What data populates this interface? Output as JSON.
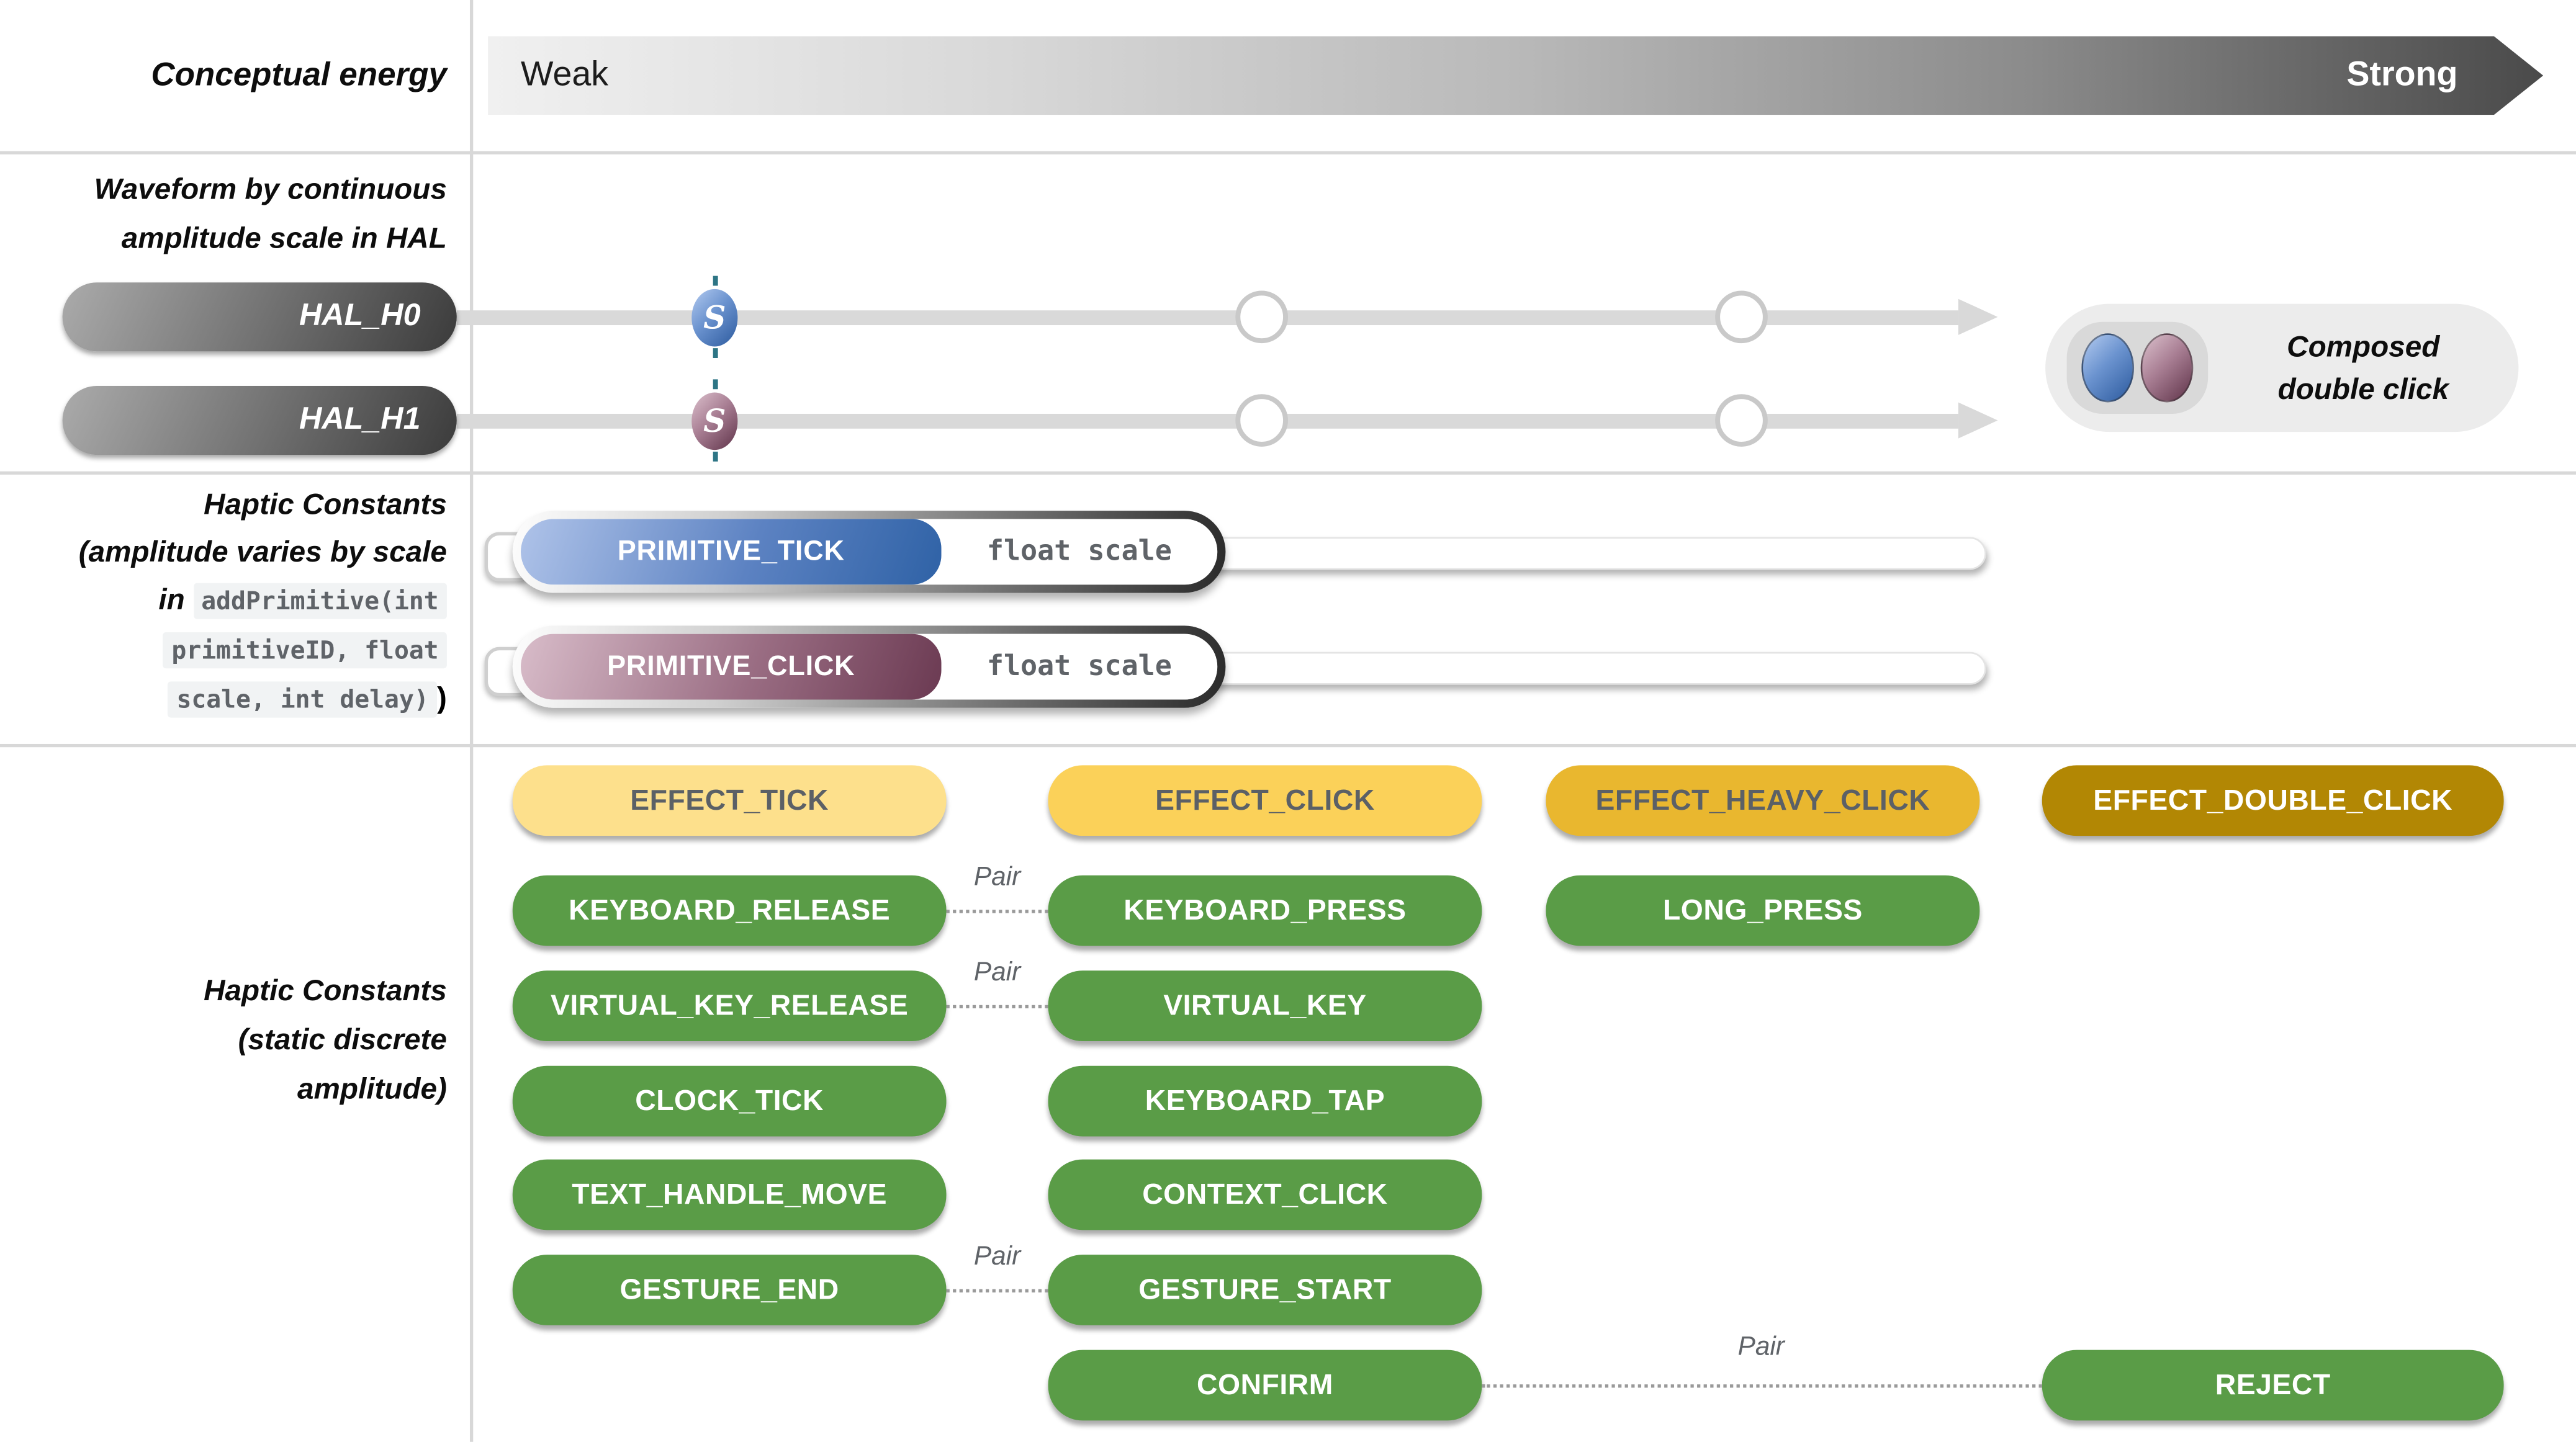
{
  "colors": {
    "green": "#5A9C47",
    "yellow_light": "#FDE08C",
    "yellow": "#FBD159",
    "amber": "#E9B72F",
    "gold": "#B28704",
    "pill_text_dark": "#5B6066",
    "hal_gray": "#3B3B3B",
    "blue_primitive": "#2F62A6",
    "mauve_primitive": "#6B3A52",
    "teal_dash": "#2D7585",
    "track_gray": "#D9D9D9"
  },
  "row1": {
    "label": "Conceptual energy",
    "weak": "Weak",
    "strong": "Strong"
  },
  "row2": {
    "label_line1": "Waveform by continuous",
    "label_line2": "amplitude scale in HAL",
    "hal_rows": [
      {
        "name": "HAL_H0",
        "marker": "S"
      },
      {
        "name": "HAL_H1",
        "marker": "S"
      }
    ],
    "composed": {
      "line1": "Composed",
      "line2": "double click"
    }
  },
  "row3": {
    "label_line1": "Haptic Constants",
    "label_line2": "(amplitude varies by scale",
    "label_line3_prefix": "in ",
    "code1": "addPrimitive(int",
    "code2": "primitiveID, float",
    "code3": "scale, int delay)",
    "label_suffix": ")",
    "sliders": [
      {
        "label": "PRIMITIVE_TICK",
        "param": "float scale"
      },
      {
        "label": "PRIMITIVE_CLICK",
        "param": "float scale"
      }
    ]
  },
  "row4": {
    "label_line1": "Haptic Constants",
    "label_line2": "(static discrete",
    "label_line3": "amplitude)",
    "pair_label": "Pair",
    "buttons": [
      {
        "label": "EFFECT_TICK"
      },
      {
        "label": "EFFECT_CLICK"
      },
      {
        "label": "EFFECT_HEAVY_CLICK"
      },
      {
        "label": "EFFECT_DOUBLE_CLICK"
      },
      {
        "label": "KEYBOARD_RELEASE"
      },
      {
        "label": "KEYBOARD_PRESS"
      },
      {
        "label": "LONG_PRESS"
      },
      {
        "label": "VIRTUAL_KEY_RELEASE"
      },
      {
        "label": "VIRTUAL_KEY"
      },
      {
        "label": "CLOCK_TICK"
      },
      {
        "label": "KEYBOARD_TAP"
      },
      {
        "label": "TEXT_HANDLE_MOVE"
      },
      {
        "label": "CONTEXT_CLICK"
      },
      {
        "label": "GESTURE_END"
      },
      {
        "label": "GESTURE_START"
      },
      {
        "label": "CONFIRM"
      },
      {
        "label": "REJECT"
      }
    ]
  }
}
